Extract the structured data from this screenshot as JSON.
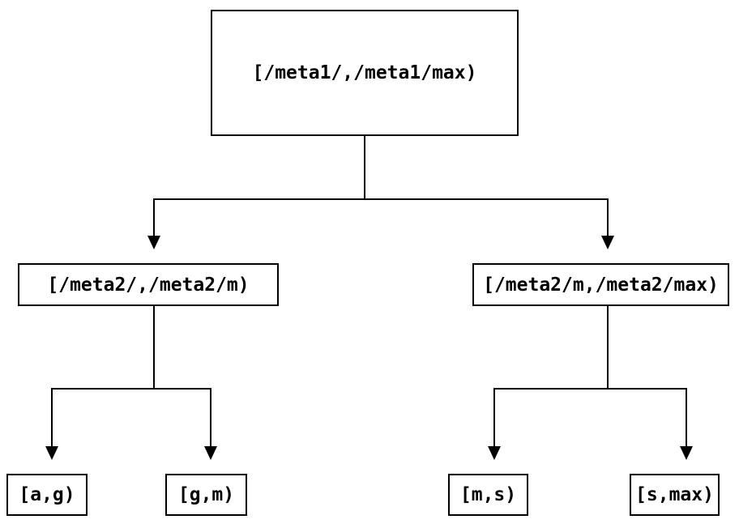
{
  "diagram": {
    "type": "tree",
    "colors": {
      "background": "#ffffff",
      "line": "#000000",
      "text": "#000000"
    },
    "nodes": {
      "root": {
        "label": "[/meta1/,/meta1/max)"
      },
      "mid_left": {
        "label": "[/meta2/,/meta2/m)"
      },
      "mid_right": {
        "label": "[/meta2/m,/meta2/max)"
      },
      "leaf_ag": {
        "label": "[a,g)"
      },
      "leaf_gm": {
        "label": "[g,m)"
      },
      "leaf_ms": {
        "label": "[m,s)"
      },
      "leaf_smax": {
        "label": "[s,max)"
      }
    },
    "edges": [
      {
        "from": "root",
        "to": "mid_left"
      },
      {
        "from": "root",
        "to": "mid_right"
      },
      {
        "from": "mid_left",
        "to": "leaf_ag"
      },
      {
        "from": "mid_left",
        "to": "leaf_gm"
      },
      {
        "from": "mid_right",
        "to": "leaf_ms"
      },
      {
        "from": "mid_right",
        "to": "leaf_smax"
      }
    ]
  }
}
